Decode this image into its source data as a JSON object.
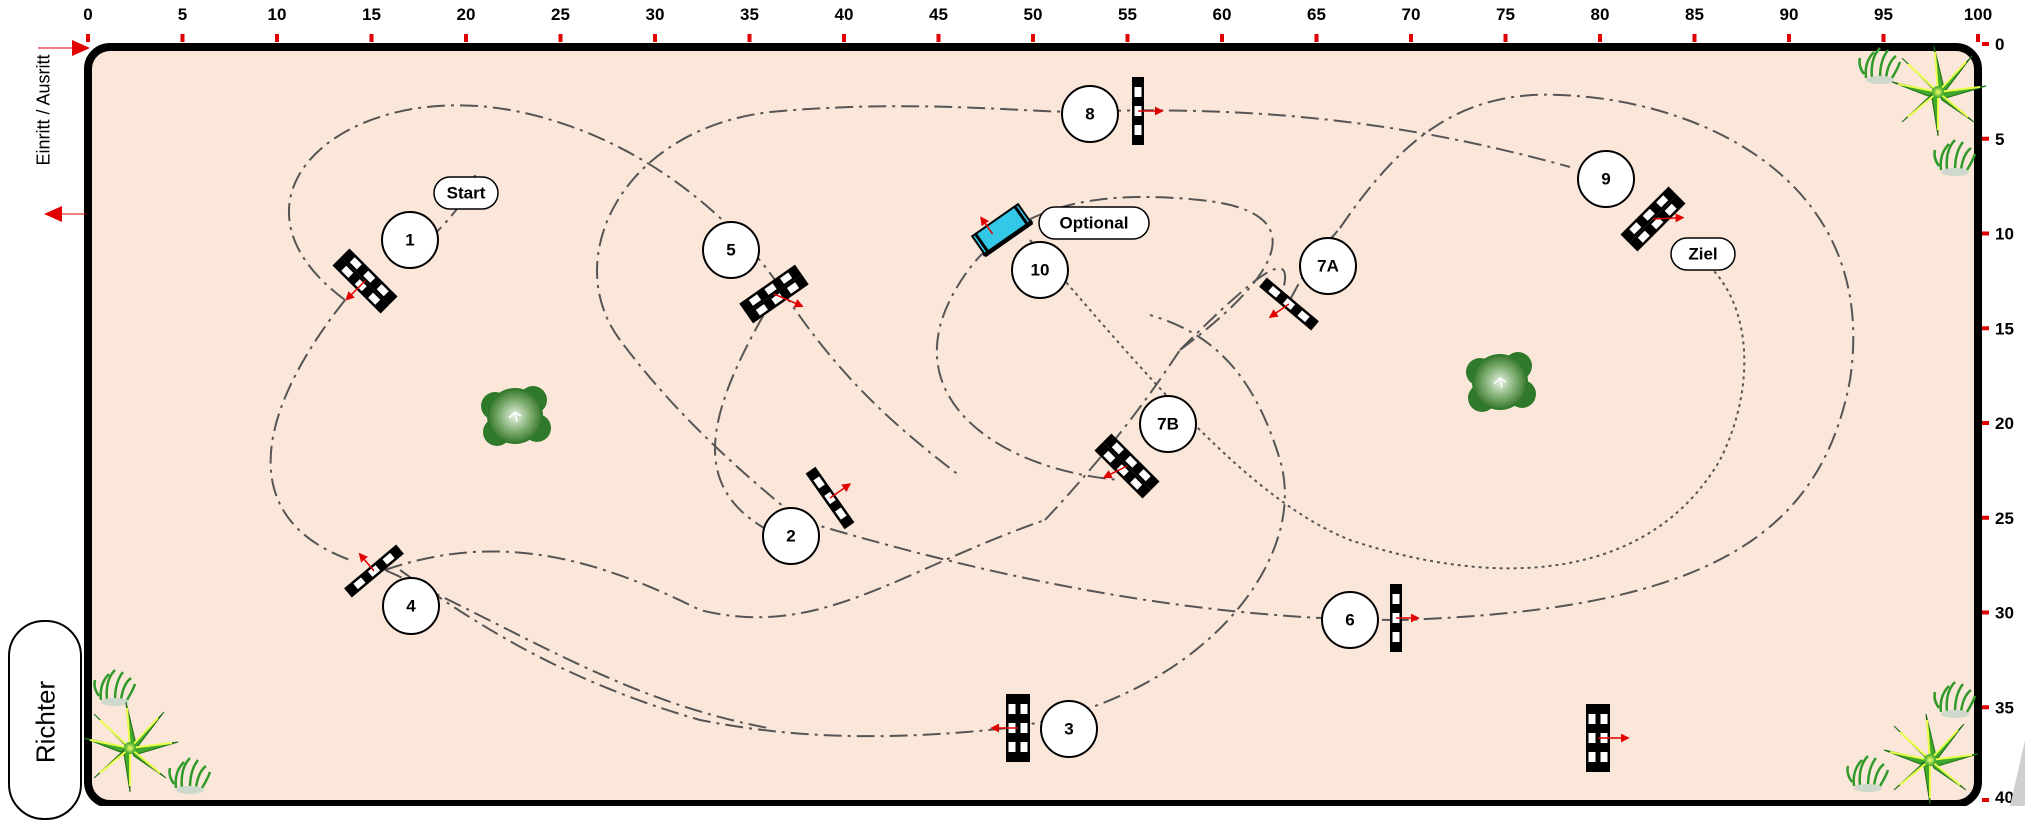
{
  "arena": {
    "width_m": 100,
    "length_m": 40,
    "x_ticks": [
      0,
      5,
      10,
      15,
      20,
      25,
      30,
      35,
      40,
      45,
      50,
      55,
      60,
      65,
      70,
      75,
      80,
      85,
      90,
      95,
      100
    ],
    "y_ticks": [
      0,
      5,
      10,
      15,
      20,
      25,
      30,
      35,
      40
    ],
    "fill_color": "#fbe7da",
    "border_color": "#000000"
  },
  "labels": {
    "entry": "Einritt / Ausritt",
    "judge": "Richter",
    "start": "Start",
    "finish": "Ziel",
    "optional": "Optional"
  },
  "obstacles": [
    {
      "id": "1",
      "label": "1",
      "type": "jump"
    },
    {
      "id": "2",
      "label": "2",
      "type": "jump"
    },
    {
      "id": "3",
      "label": "3",
      "type": "oxer"
    },
    {
      "id": "4",
      "label": "4",
      "type": "jump"
    },
    {
      "id": "5",
      "label": "5",
      "type": "oxer"
    },
    {
      "id": "6",
      "label": "6",
      "type": "jump"
    },
    {
      "id": "7A",
      "label": "7A",
      "type": "jump"
    },
    {
      "id": "7B",
      "label": "7B",
      "type": "oxer"
    },
    {
      "id": "8",
      "label": "8",
      "type": "jump"
    },
    {
      "id": "9",
      "label": "9",
      "type": "oxer"
    },
    {
      "id": "10",
      "label": "10",
      "type": "optional"
    },
    {
      "id": "unnumbered",
      "label": "",
      "type": "oxer"
    }
  ],
  "decor": {
    "trees": 2,
    "plants": 10,
    "accent_red": "#e00000",
    "optional_color": "#33c8e8"
  }
}
